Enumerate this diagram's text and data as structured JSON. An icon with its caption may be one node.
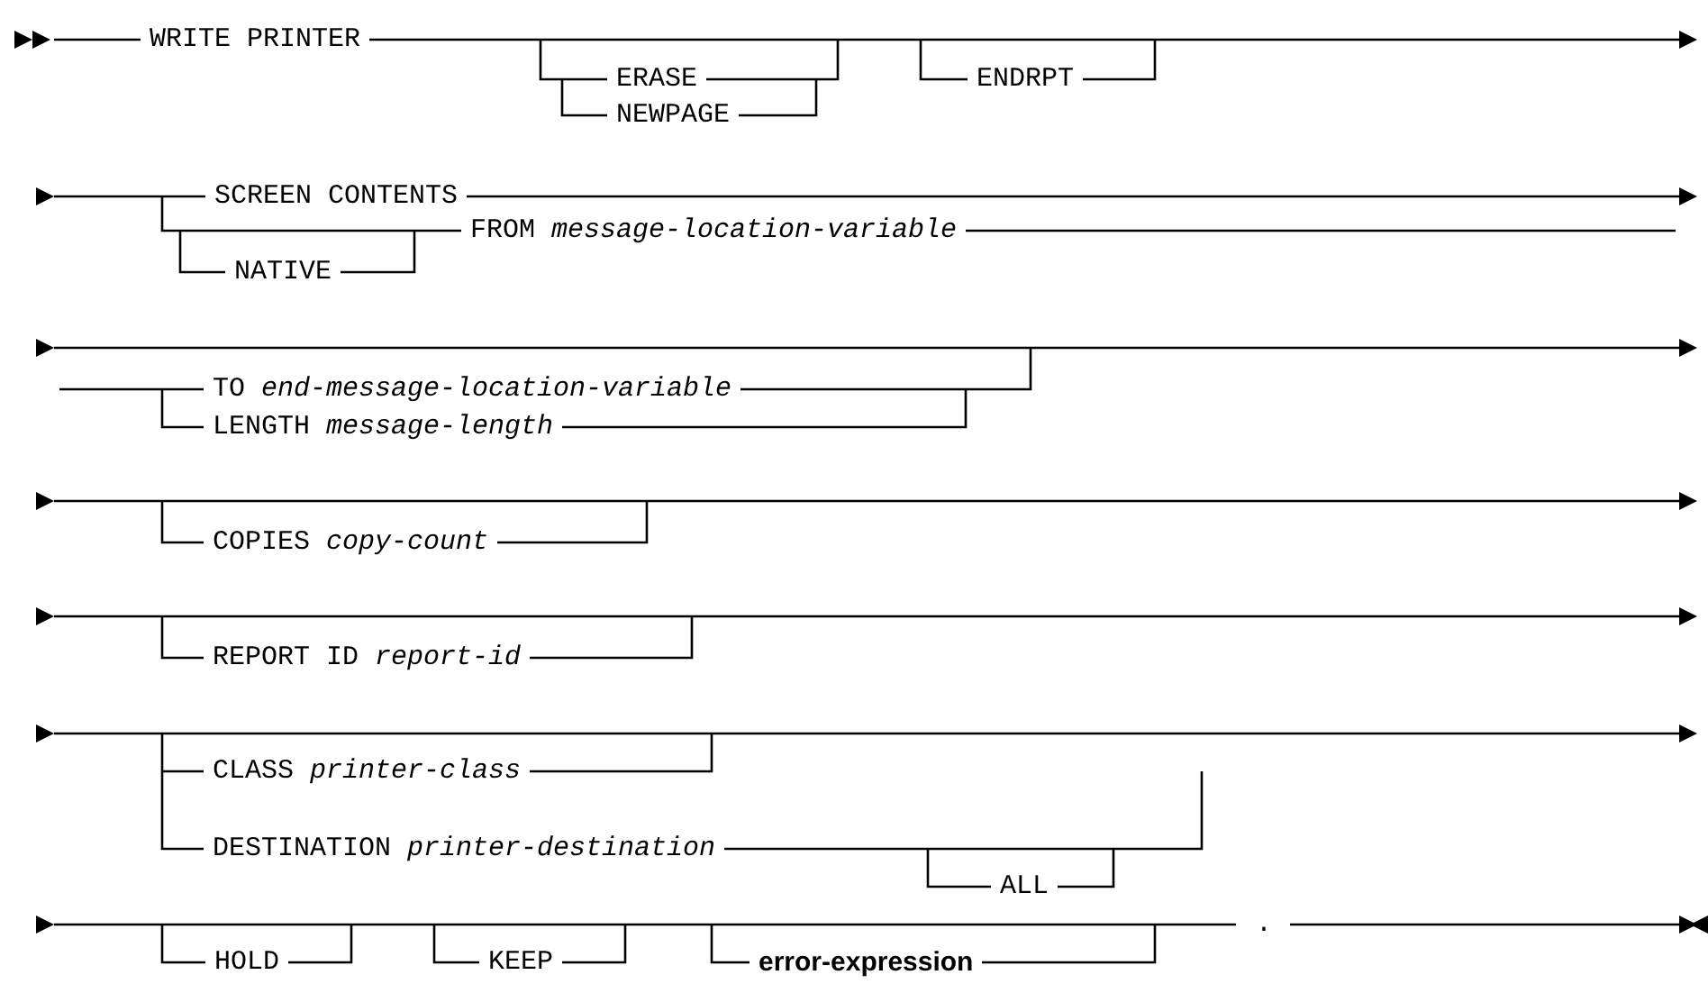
{
  "diagram": {
    "labels": [
      "WRITE PRINTER",
      "ERASE",
      "ENDRPT",
      "NEWPAGE",
      "SCREEN CONTENTS",
      "FROM *message-location-variable*",
      "NATIVE",
      "TO *end-message-location-variable*",
      "LENGTH *message-length*",
      "COPIES *copy-count*",
      "REPORT ID *report-id*",
      "CLASS *printer-class*",
      "DESTINATION *printer-destination*",
      "ALL",
      "HOLD",
      "KEEP",
      "error-expression",
      "."
    ]
  }
}
